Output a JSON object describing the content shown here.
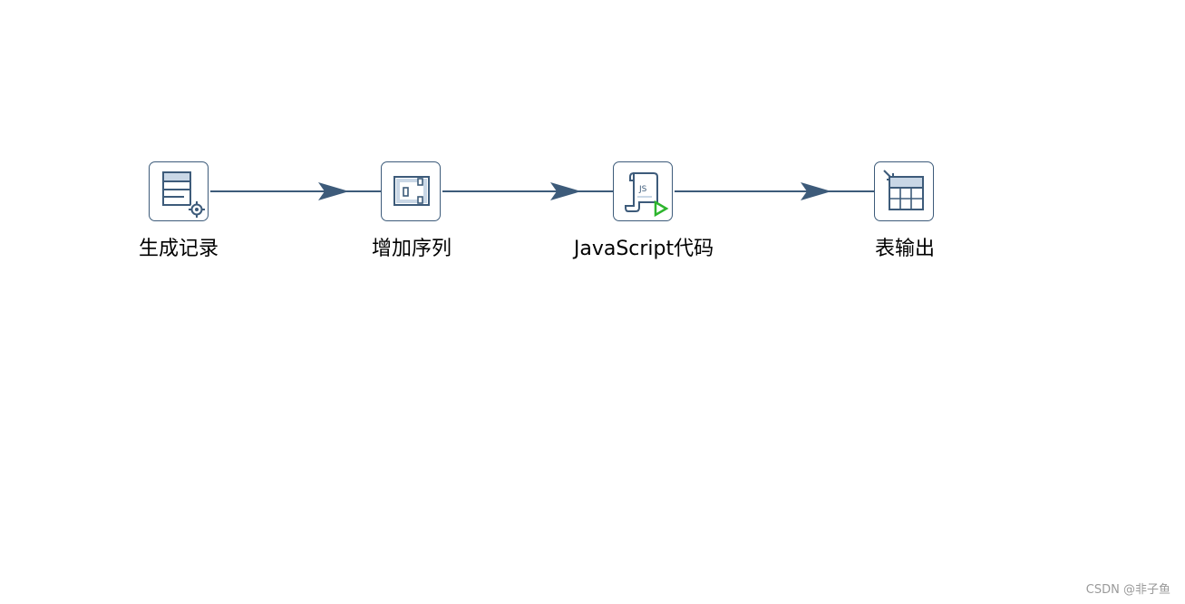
{
  "diagram": {
    "steps": [
      {
        "label": "生成记录",
        "icon": "generate-rows-icon"
      },
      {
        "label": "增加序列",
        "icon": "add-sequence-icon"
      },
      {
        "label": "JavaScript代码",
        "icon": "javascript-script-icon"
      },
      {
        "label": "表输出",
        "icon": "table-output-icon"
      }
    ],
    "hops": [
      {
        "from": 0,
        "to": 1
      },
      {
        "from": 1,
        "to": 2
      },
      {
        "from": 2,
        "to": 3
      }
    ],
    "colors": {
      "hop": "#3d5b7a",
      "icon_stroke": "#3d5b7a",
      "icon_fill": "#c9d7e6",
      "run_arrow": "#2db52d"
    }
  },
  "watermark": "CSDN @非子鱼"
}
